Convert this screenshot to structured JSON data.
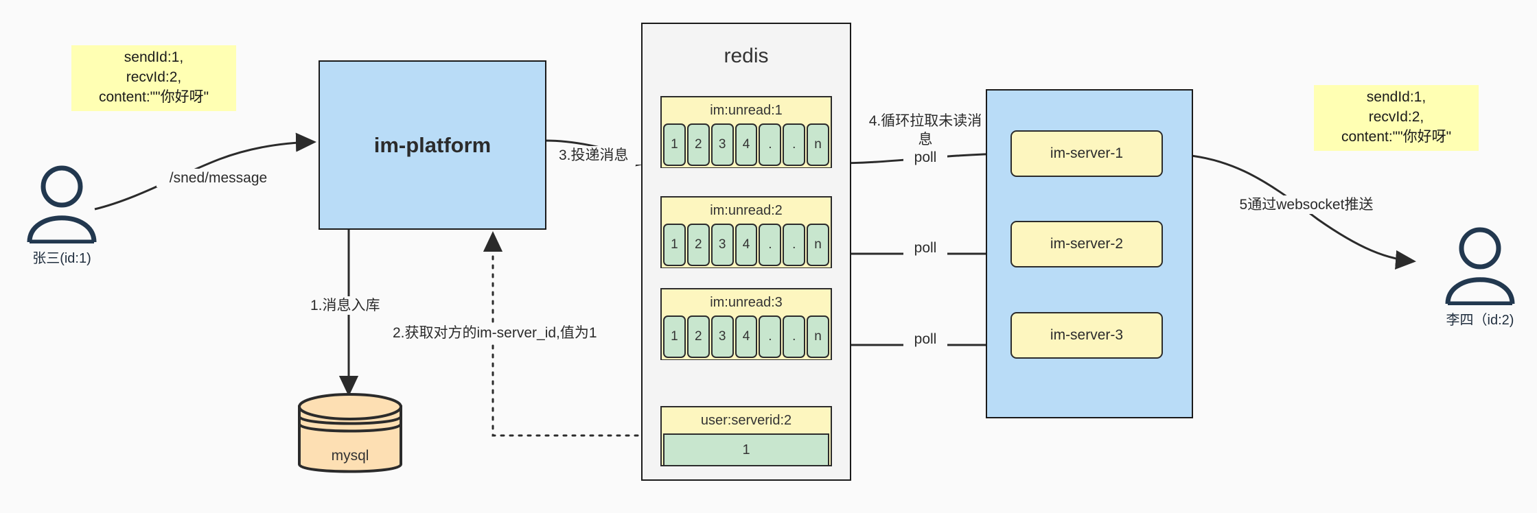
{
  "diagram": {
    "title": "im message push architecture",
    "colors": {
      "note": "#ffffb3",
      "process_blue": "#b9dcf7",
      "key_yellow": "#fdf6bf",
      "cell_green": "#c8e6ce",
      "db_orange": "#fddfb3",
      "stroke": "#1a1a1a"
    }
  },
  "actors": {
    "sender": {
      "label": "张三(id:1)",
      "icon": "user-icon"
    },
    "receiver": {
      "label": "李四（id:2)",
      "icon": "user-icon"
    }
  },
  "notes": {
    "left": "sendId:1,\nrecvId:2,\ncontent:\"\"你好呀\"",
    "right": "sendId:1,\nrecvId:2,\ncontent:\"\"你好呀\""
  },
  "nodes": {
    "platform": "im-platform",
    "mysql": "mysql",
    "redis": "redis",
    "servers": [
      "im-server-1",
      "im-server-2",
      "im-server-3"
    ]
  },
  "redis_keys": [
    {
      "name": "im:unread:1",
      "cells": [
        "1",
        "2",
        "3",
        "4",
        ".",
        ".",
        "n"
      ]
    },
    {
      "name": "im:unread:2",
      "cells": [
        "1",
        "2",
        "3",
        "4",
        ".",
        ".",
        "n"
      ]
    },
    {
      "name": "im:unread:3",
      "cells": [
        "1",
        "2",
        "3",
        "4",
        ".",
        ".",
        "n"
      ]
    }
  ],
  "redis_value": {
    "name": "user:serverid:2",
    "value": "1"
  },
  "edges": {
    "send_message": "/sned/message",
    "step1": "1.消息入库",
    "step2": "2.获取对方的im-server_id,值为1",
    "step3": "3.投递消息",
    "step4": "4.循环拉取未读消\n息",
    "step5": "5通过websocket推送",
    "poll1": "poll",
    "poll2": "poll",
    "poll3": "poll"
  }
}
